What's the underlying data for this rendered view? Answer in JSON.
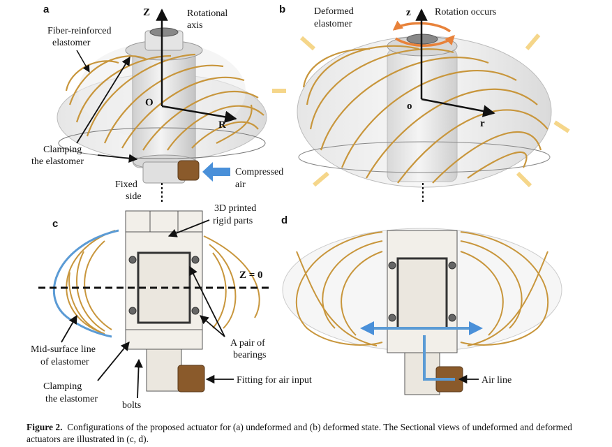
{
  "panels": {
    "a": {
      "letter": "a",
      "z_axis": "Z",
      "r_axis": "R",
      "origin": "O",
      "rotational_axis_line1": "Rotational",
      "rotational_axis_line2": "axis",
      "fiber_line1": "Fiber-reinforced",
      "fiber_line2": "elastomer",
      "clamp_line1": "Clamping",
      "clamp_line2": "the elastomer",
      "fixed_line1": "Fixed",
      "fixed_line2": "side",
      "air_line1": "Compressed",
      "air_line2": "air"
    },
    "b": {
      "letter": "b",
      "z_axis": "z",
      "r_axis": "r",
      "origin": "o",
      "deformed_line1": "Deformed",
      "deformed_line2": "elastomer",
      "rotation": "Rotation occurs"
    },
    "c": {
      "letter": "c",
      "printed_line1": "3D printed",
      "printed_line2": "rigid parts",
      "z0": "Z = 0",
      "bearings_line1": "A pair of",
      "bearings_line2": "bearings",
      "midsurface_line1": "Mid-surface line",
      "midsurface_line2": "of elastomer",
      "clamp_line1": "Clamping",
      "clamp_line2": "the elastomer",
      "bolts": "bolts",
      "fitting": "Fitting for air input"
    },
    "d": {
      "letter": "d",
      "airline": "Air line"
    }
  },
  "caption": {
    "label": "Figure 2.",
    "text": "Configurations of the proposed actuator for (a) undeformed and (b) deformed state. The Sectional views of undeformed and deformed actuators are illustrated in (c, d)."
  },
  "colors": {
    "fiber": "#c8963c",
    "air_arrow": "#4a90d9",
    "rotation_arrow": "#e8823a",
    "expansion_arrow": "#f5d68a",
    "rigid_part": "#f2efe9",
    "bearing": "#555555"
  }
}
